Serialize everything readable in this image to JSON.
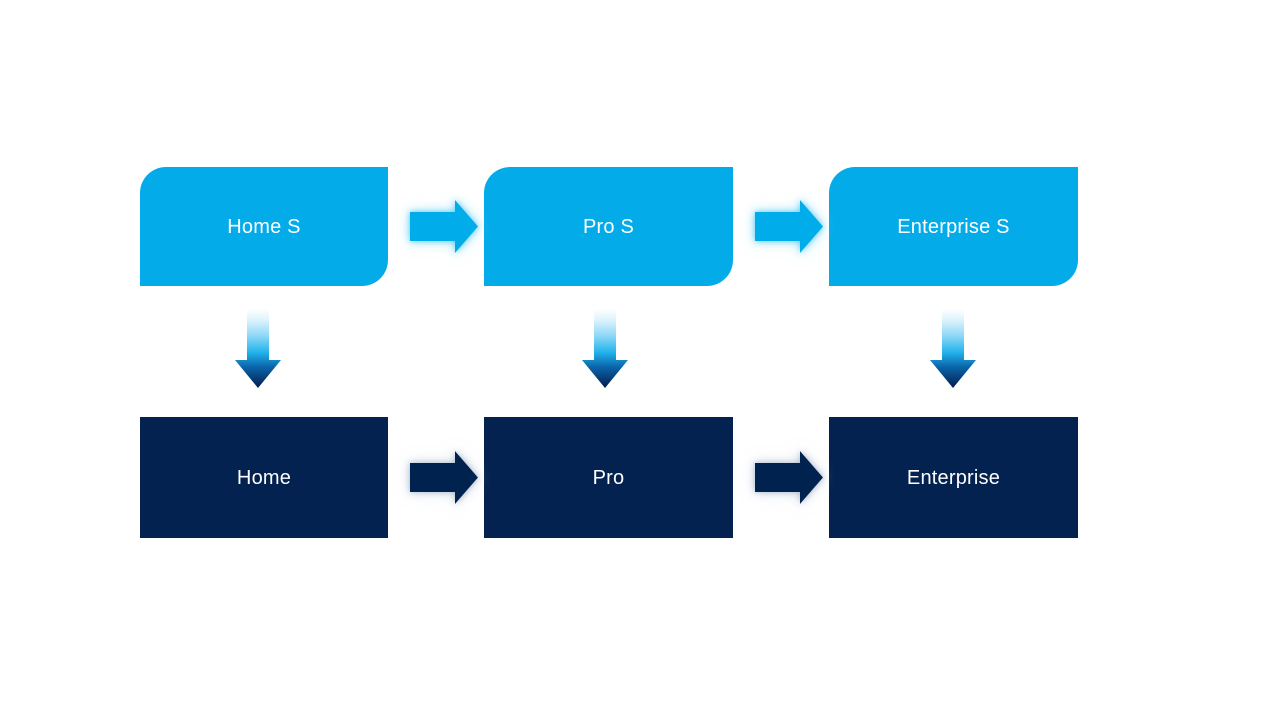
{
  "diagram": {
    "type": "flow",
    "background_color": "#ffffff",
    "palette": {
      "service_fill": "#03ace9",
      "product_fill": "#04224f",
      "service_glow": "#7fd9f6",
      "product_glow": "#b9c6d8",
      "label_color": "#ffffff",
      "vertical_arrow_gradient_top": "#ffffff",
      "vertical_arrow_gradient_mid": "#17b1ec",
      "vertical_arrow_gradient_bottom": "#041e52"
    },
    "rows": [
      {
        "name": "services-row",
        "style": "service",
        "nodes": [
          {
            "id": "home-s",
            "label": "Home S"
          },
          {
            "id": "pro-s",
            "label": "Pro S"
          },
          {
            "id": "enterprise-s",
            "label": "Enterprise S"
          }
        ]
      },
      {
        "name": "products-row",
        "style": "product",
        "nodes": [
          {
            "id": "home",
            "label": "Home"
          },
          {
            "id": "pro",
            "label": "Pro"
          },
          {
            "id": "enterprise",
            "label": "Enterprise"
          }
        ]
      }
    ],
    "connectors": {
      "horizontal_top": [
        {
          "from": "home-s",
          "to": "pro-s",
          "direction": "right",
          "color": "#03ace9"
        },
        {
          "from": "pro-s",
          "to": "enterprise-s",
          "direction": "right",
          "color": "#03ace9"
        }
      ],
      "horizontal_bottom": [
        {
          "from": "home",
          "to": "pro",
          "direction": "right",
          "color": "#04224f"
        },
        {
          "from": "pro",
          "to": "enterprise",
          "direction": "right",
          "color": "#04224f"
        }
      ],
      "vertical": [
        {
          "from": "home-s",
          "to": "home",
          "direction": "down"
        },
        {
          "from": "pro-s",
          "to": "pro",
          "direction": "down"
        },
        {
          "from": "enterprise-s",
          "to": "enterprise",
          "direction": "down"
        }
      ]
    }
  }
}
